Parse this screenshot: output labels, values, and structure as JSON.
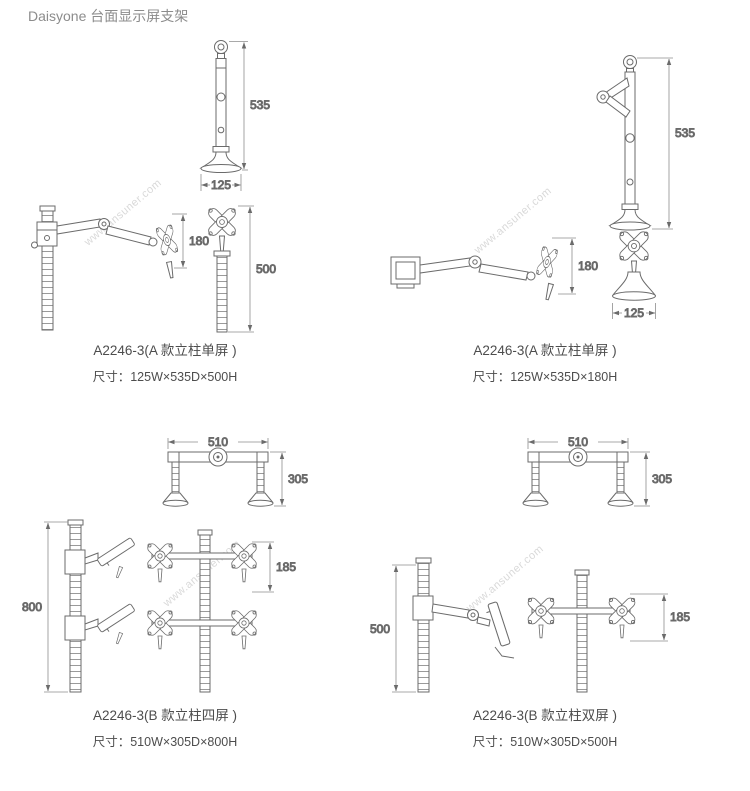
{
  "page": {
    "title": "Daisyone 台面显示屏支架",
    "watermark": "www.ansuner.com"
  },
  "products": [
    {
      "model": "A2246-3(A 款立柱单屏 )",
      "size": "尺寸：125W×535D×500H",
      "dims": {
        "pole_height": "535",
        "base_width": "125",
        "arm_reach": "180",
        "column_height": "500"
      }
    },
    {
      "model": "A2246-3(A 款立柱单屏 )",
      "size": "尺寸：125W×535D×180H",
      "dims": {
        "pole_height": "535",
        "arm_reach": "180",
        "base_width": "125"
      }
    },
    {
      "model": "A2246-3(B 款立柱四屏 )",
      "size": "尺寸：510W×305D×800H",
      "dims": {
        "width": "510",
        "depth": "305",
        "vesa_height": "185",
        "column_height": "800"
      }
    },
    {
      "model": "A2246-3(B 款立柱双屏 )",
      "size": "尺寸：510W×305D×500H",
      "dims": {
        "width": "510",
        "depth": "305",
        "column_height": "500",
        "vesa_height": "185"
      }
    }
  ]
}
